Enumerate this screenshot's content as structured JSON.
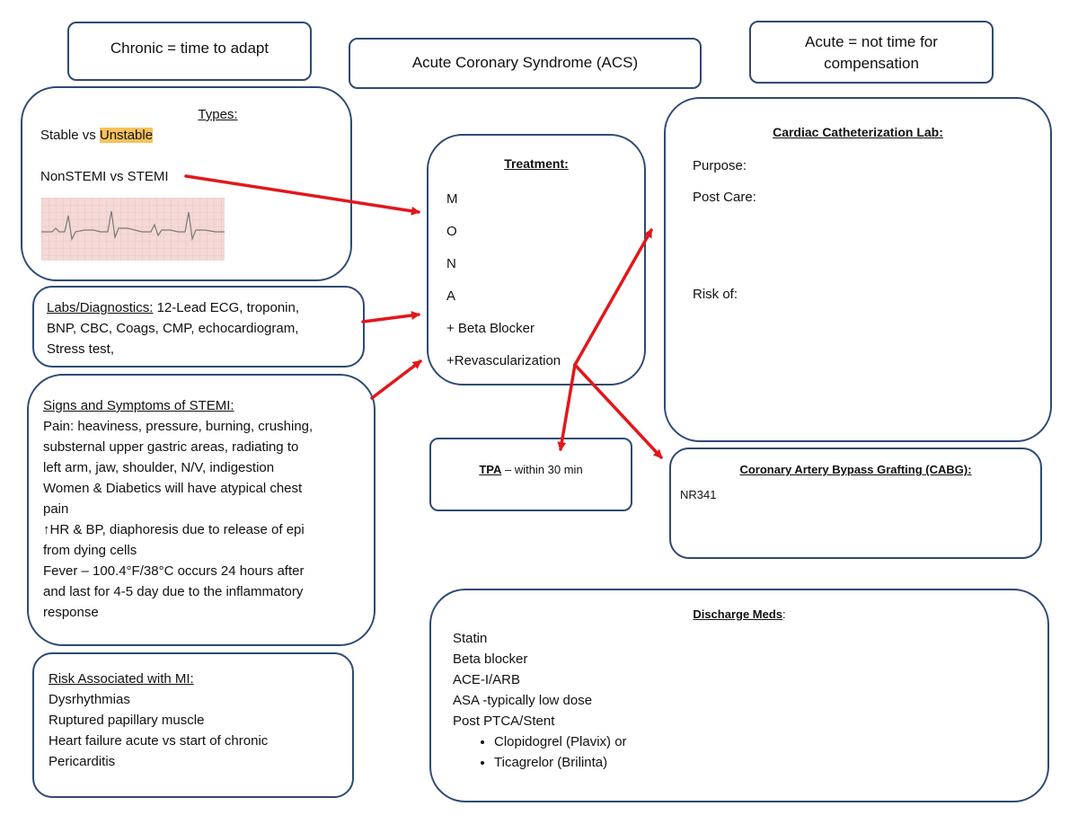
{
  "chronic": {
    "text": "Chronic = time to adapt"
  },
  "acs": {
    "title": "Acute Coronary Syndrome (ACS)"
  },
  "acute": {
    "line1": "Acute = not time for",
    "line2": "compensation"
  },
  "types": {
    "heading": "Types:",
    "stable_prefix": "Stable vs ",
    "unstable": "Unstable",
    "stemi_line": "NonSTEMI vs STEMI"
  },
  "labs": {
    "heading": "Labs/Diagnostics:",
    "line1_rest": " 12-Lead ECG, troponin,",
    "line2": "BNP, CBC, Coags, CMP, echocardiogram,",
    "line3": "Stress test,"
  },
  "signs": {
    "heading": "Signs and Symptoms of STEMI:",
    "lines": [
      "Pain: heaviness, pressure, burning, crushing,",
      "substernal upper gastric areas, radiating to",
      "left arm, jaw, shoulder, N/V, indigestion",
      "Women & Diabetics will have atypical chest",
      "pain",
      "↑HR & BP, diaphoresis due to release of epi",
      "from dying cells",
      "Fever – 100.4°F/38°C occurs 24 hours after",
      "and last for 4-5 day due to the inflammatory",
      "response"
    ]
  },
  "risk_mi": {
    "heading": "Risk Associated with MI:",
    "items": [
      "Dysrhythmias",
      "Ruptured papillary muscle",
      "Heart failure acute vs start of chronic",
      "Pericarditis"
    ]
  },
  "treatment": {
    "heading": "Treatment:",
    "items": [
      "M",
      "O",
      "N",
      "A",
      "+ Beta Blocker",
      "+Revascularization"
    ]
  },
  "tpa": {
    "label": "TPA",
    "rest": " – within 30 min"
  },
  "cath": {
    "heading": "Cardiac Catheterization Lab:",
    "purpose": "Purpose:",
    "post_care": "Post Care:",
    "risk_of": "Risk of:"
  },
  "cabg": {
    "heading": "Coronary Artery Bypass Grafting (CABG):",
    "note": "NR341"
  },
  "discharge": {
    "heading": "Discharge Meds",
    "colon": ":",
    "items": [
      "Statin",
      "Beta blocker",
      "ACE-I/ARB",
      "ASA -typically low dose",
      "Post PTCA/Stent"
    ],
    "sub_items": [
      "Clopidogrel (Plavix) or",
      "Ticagrelor (Brilinta)"
    ]
  },
  "colors": {
    "border": "#2f4a73",
    "arrow": "#e3171b",
    "highlight": "#f7c25c",
    "ecg_bg": "#f4d9d6",
    "ecg_line": "#7a7a7a"
  }
}
